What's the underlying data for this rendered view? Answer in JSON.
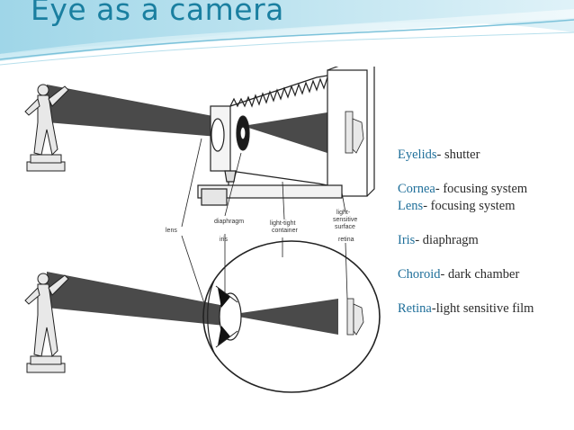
{
  "slide": {
    "title": "Eye as a camera"
  },
  "diagram": {
    "labels": {
      "lens": "lens",
      "diaphragm": "diaphragm",
      "light_tight_container": [
        "light-tight",
        "container"
      ],
      "light_sensitive_surface": [
        "light-",
        "sensitive",
        "surface"
      ],
      "iris": "iris",
      "retina": "retina"
    }
  },
  "legend": {
    "items": [
      {
        "term": "Eyelids",
        "rest": "- shutter"
      },
      {
        "term": "Cornea",
        "rest": "- focusing system"
      },
      {
        "term": "Lens",
        "rest": "- focusing system"
      },
      {
        "term": "Iris",
        "rest": "- diaphragm"
      },
      {
        "term": "Choroid",
        "rest": "- dark chamber"
      },
      {
        "term": "Retina",
        "rest": "-light sensitive film"
      }
    ]
  },
  "colors": {
    "title": "#1a7fa0",
    "term": "#1f6f9a",
    "beam": "#4a4a4a"
  }
}
